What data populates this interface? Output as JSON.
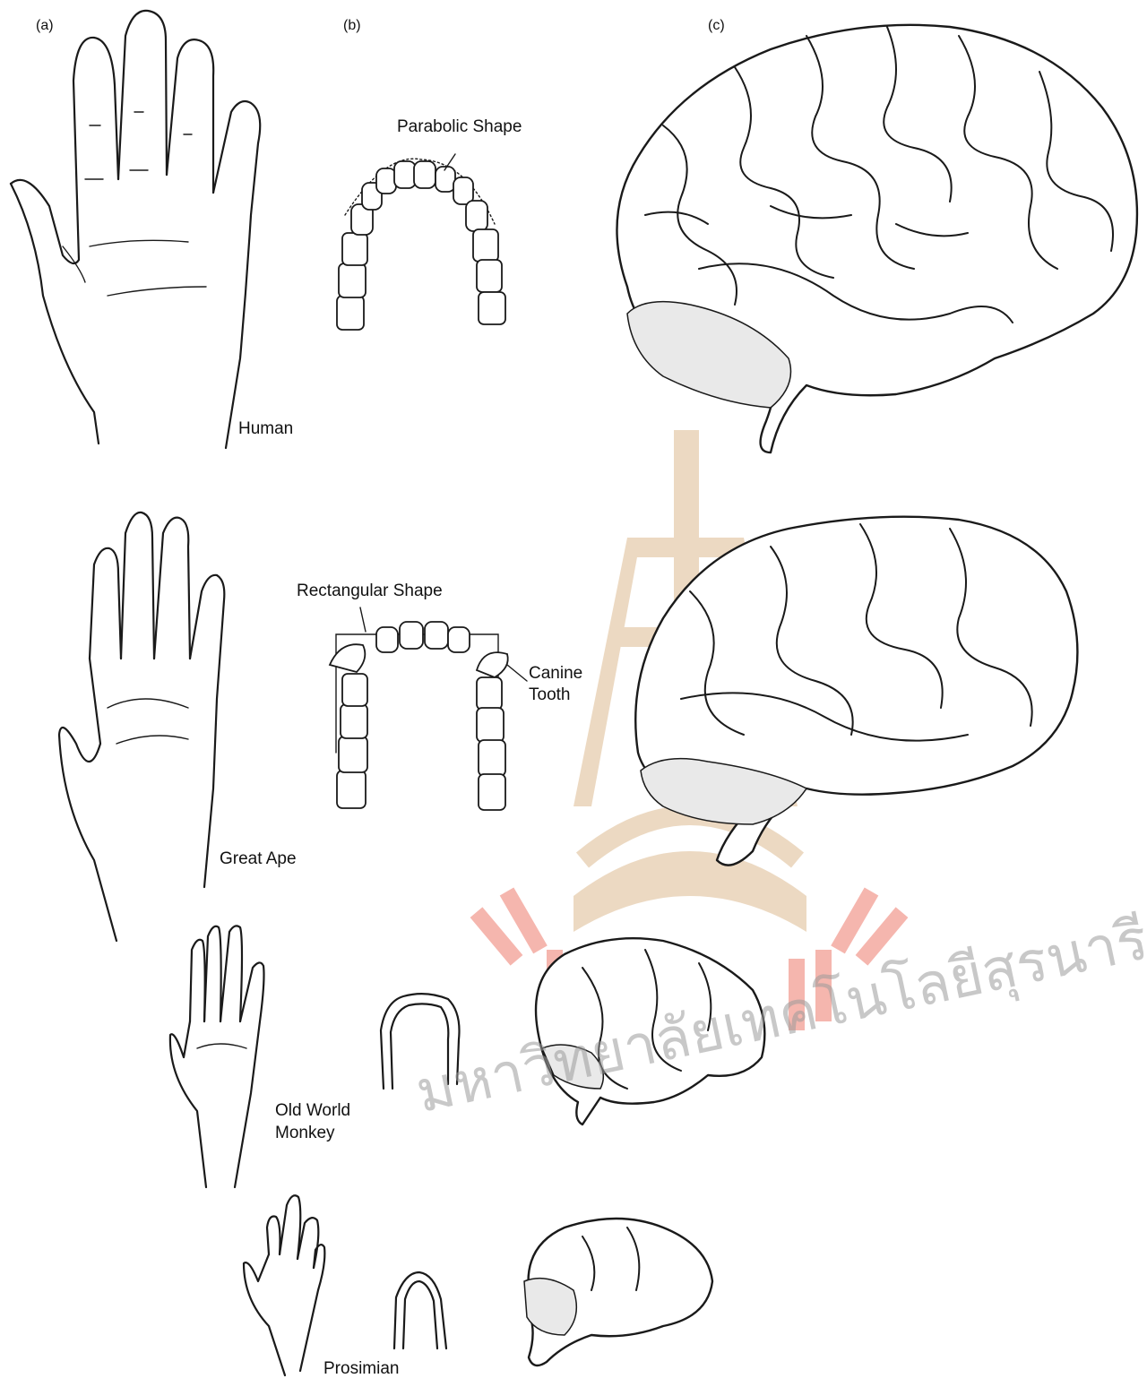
{
  "panels": {
    "a": "(a)",
    "b": "(b)",
    "c": "(c)"
  },
  "species": {
    "human": "Human",
    "great_ape": "Great Ape",
    "old_world_monkey_line1": "Old World",
    "old_world_monkey_line2": "Monkey",
    "prosimian": "Prosimian"
  },
  "dental_labels": {
    "parabolic": "Parabolic Shape",
    "rectangular": "Rectangular Shape",
    "canine_line1": "Canine",
    "canine_line2": "Tooth"
  },
  "watermark": {
    "text": "มหาวิทยาลัยเทคโนโลยีสุรนารี",
    "colors": {
      "red": "#f4a9a0",
      "tan": "#e9d3b8",
      "gray": "#b9b9b9"
    }
  }
}
